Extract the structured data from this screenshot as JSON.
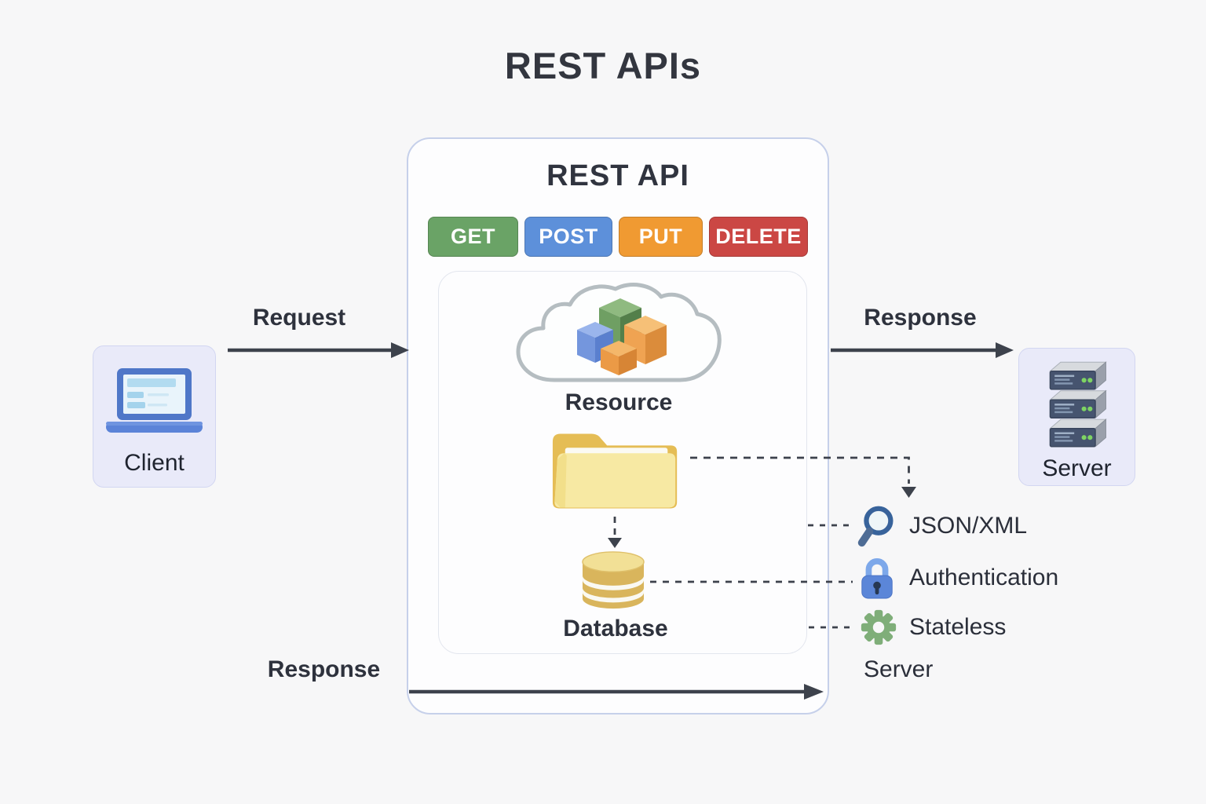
{
  "title": "REST APIs",
  "panel": {
    "title": "REST API",
    "methods": [
      {
        "label": "GET",
        "color": "#6aa366"
      },
      {
        "label": "POST",
        "color": "#5d90da"
      },
      {
        "label": "PUT",
        "color": "#f09a32"
      },
      {
        "label": "DELETE",
        "color": "#cb4744"
      }
    ],
    "resource_label": "Resource",
    "database_label": "Database"
  },
  "client": {
    "label": "Client"
  },
  "server": {
    "label": "Server"
  },
  "arrows": {
    "request_label": "Request",
    "response_top_label": "Response",
    "response_bottom_label": "Response"
  },
  "annotations": [
    {
      "icon": "magnifier-icon",
      "label": "JSON/XML"
    },
    {
      "icon": "lock-icon",
      "label": "Authentication"
    },
    {
      "icon": "gear-icon",
      "label": "Stateless"
    }
  ],
  "annotations_footer_label": "Server",
  "colors": {
    "background": "#f7f7f8",
    "panel_border": "#c6d0ea",
    "card_bg": "#e9eaf9",
    "arrow": "#3d424c",
    "cloud_stroke": "#b5bdc1",
    "folder": "#f7e9a3",
    "database": "#d9b55c",
    "magnifier": "#38639b",
    "lock": "#5b86d8",
    "gear": "#7fae79",
    "cube_green": "#6ba05e",
    "cube_blue": "#7496dd",
    "cube_orange": "#efa352"
  }
}
